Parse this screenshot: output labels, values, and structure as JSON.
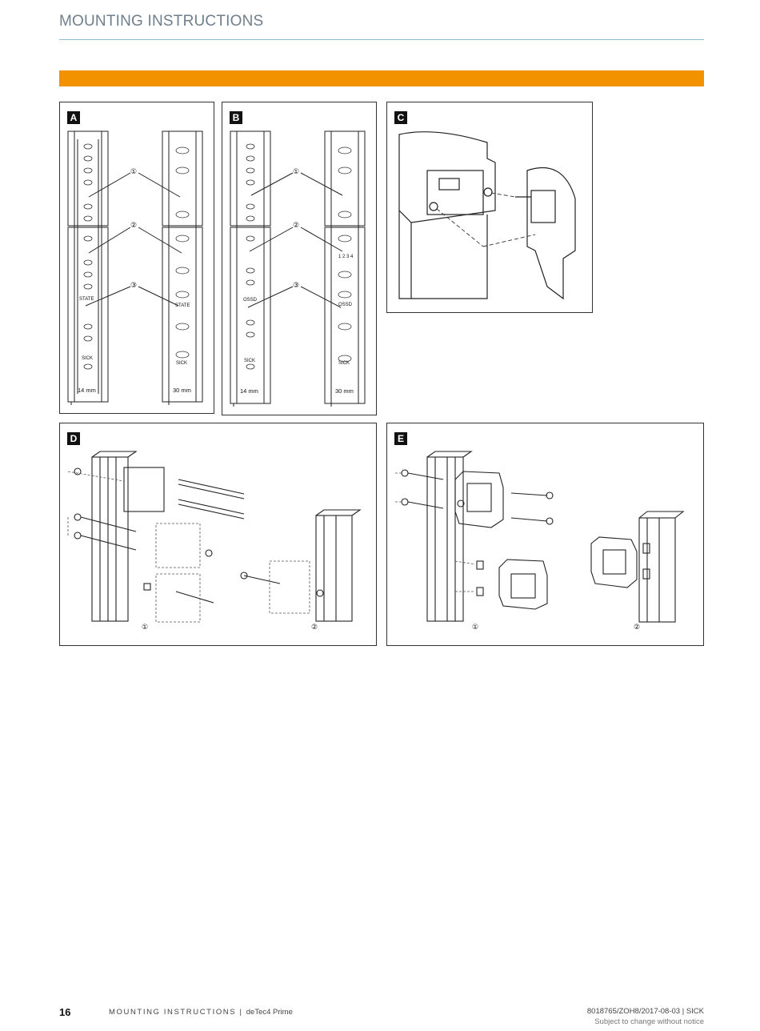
{
  "header": {
    "title": "MOUNTING INSTRUCTIONS"
  },
  "panels": {
    "a": {
      "label": "A",
      "dim_left": "14 mm",
      "dim_right": "30 mm",
      "callouts": [
        "①",
        "②",
        "③"
      ],
      "text_state_left": "STATE",
      "text_state_right": "STATE",
      "brand_left": "SICK",
      "brand_right": "SICK"
    },
    "b": {
      "label": "B",
      "dim_left": "14 mm",
      "dim_right": "30 mm",
      "callouts": [
        "①",
        "②",
        "③"
      ],
      "text_ossd_left": "OSSD",
      "text_ossd_right": "OSSD",
      "digits": "1 2 3 4",
      "brand_left": "SICK",
      "brand_right": "SICK"
    },
    "c": {
      "label": "C"
    },
    "d": {
      "label": "D",
      "sub_1": "①",
      "sub_2": "②"
    },
    "e": {
      "label": "E",
      "sub_1": "①",
      "sub_2": "②"
    }
  },
  "footer": {
    "page_number": "16",
    "doc_label": "MOUNTING INSTRUCTIONS",
    "separator": " | ",
    "product": "deTec4 Prime",
    "doc_id": "8018765/ZOH8/2017-08-03 | SICK",
    "notice": "Subject to change without notice"
  }
}
